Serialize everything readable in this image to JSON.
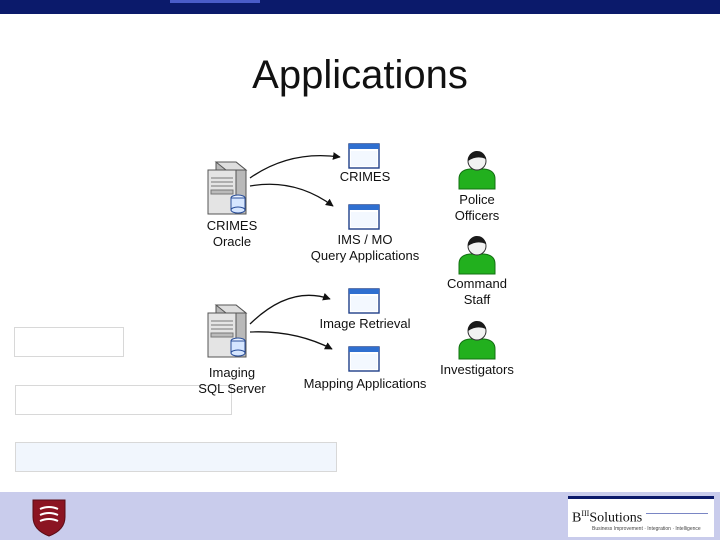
{
  "slide": {
    "title": "Applications"
  },
  "diagram": {
    "servers": [
      {
        "line1": "CRIMES",
        "line2": "Oracle"
      },
      {
        "line1": "Imaging",
        "line2": "SQL Server"
      }
    ],
    "applications": [
      {
        "line1": "CRIMES",
        "line2": ""
      },
      {
        "line1": "IMS / MO",
        "line2": "Query Applications"
      },
      {
        "line1": "Image Retrieval",
        "line2": ""
      },
      {
        "line1": "Mapping Applications",
        "line2": ""
      }
    ],
    "users": [
      {
        "line1": "Police",
        "line2": "Officers"
      },
      {
        "line1": "Command",
        "line2": "Staff"
      },
      {
        "line1": "Investigators",
        "line2": ""
      }
    ]
  },
  "footer": {
    "brand_name": "B",
    "brand_sup": "III",
    "brand_name_rest": "Solutions",
    "brand_tagline": "Business Improvement · Integration · Intelligence"
  },
  "colors": {
    "header_bar": "#0b1a6b",
    "footer_band": "#c9ccec",
    "user_icon": "#22b01e",
    "window_icon": "#2f6fd0",
    "seal": "#8b1422"
  }
}
